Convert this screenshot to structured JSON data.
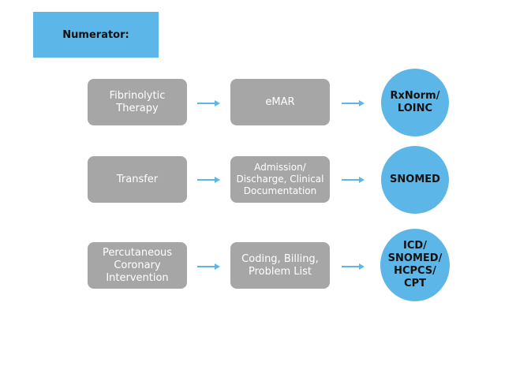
{
  "header": {
    "label": "Numerator:"
  },
  "colors": {
    "accent": "#5db6e8",
    "box_gray": "#a6a6a6",
    "arrow": "#5db6e8"
  },
  "rows": [
    {
      "source": "Fibrinolytic\nTherapy",
      "system": "eMAR",
      "standard": "RxNorm/\nLOINC"
    },
    {
      "source": "Transfer",
      "system": "Admission/\nDischarge, Clinical\nDocumentation",
      "standard": "SNOMED"
    },
    {
      "source": "Percutaneous\nCoronary\nIntervention",
      "system": "Coding, Billing,\nProblem List",
      "standard": "ICD/\nSNOMED/\nHCPCS/\nCPT"
    }
  ]
}
